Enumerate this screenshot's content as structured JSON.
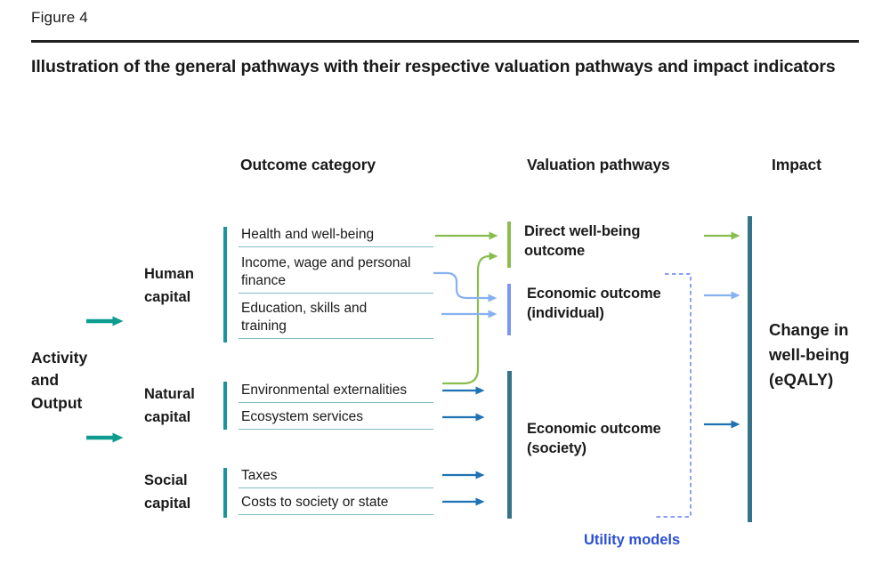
{
  "figure_label": "Figure 4",
  "title": "Illustration of the general pathways with their respective valuation pathways and impact indicators",
  "columns": {
    "outcome": "Outcome category",
    "valuation": "Valuation pathways",
    "impact": "Impact"
  },
  "activity_label": "Activity and Output",
  "groups": [
    {
      "label": "Human capital",
      "items": [
        "Health and well-being",
        "Income, wage and personal finance",
        "Education, skills and training"
      ]
    },
    {
      "label": "Natural capital",
      "items": [
        "Environmental externalities",
        "Ecosystem services"
      ]
    },
    {
      "label": "Social capital",
      "items": [
        "Taxes",
        "Costs to society or state"
      ]
    }
  ],
  "valuation": [
    {
      "label": "Direct well-being outcome"
    },
    {
      "label": "Economic outcome (individual)"
    },
    {
      "label": "Economic outcome (society)"
    }
  ],
  "impact_label": "Change in well-being (eQALY)",
  "utility_label": "Utility models",
  "colors": {
    "text": "#1a1a1a",
    "teal_arrow": "#0d9c8f",
    "teal_bar": "#1d93a0",
    "underline": "#82bcc4",
    "green": "#8abd4f",
    "light_blue": "#88b1f0",
    "periwinkle_bar": "#7a95f2",
    "dark_blue": "#1e72b4",
    "slate_teal": "#357488",
    "dashed_blue": "#7b93ea",
    "utility_text": "#2b4fd4"
  }
}
